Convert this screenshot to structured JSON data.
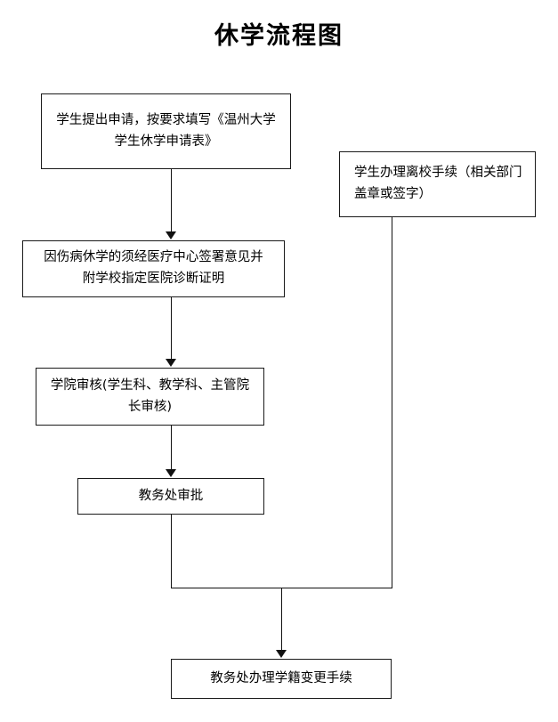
{
  "title": "休学流程图",
  "flowchart": {
    "type": "flowchart",
    "orientation": "top-to-bottom",
    "nodes": [
      {
        "id": "apply",
        "label": "学生提出申请，按要求填写《温州大学\n学生休学申请表》",
        "align": "center"
      },
      {
        "id": "medical",
        "label": "因伤病休学的须经医疗中心签署意见并\n附学校指定医院诊断证明",
        "align": "center"
      },
      {
        "id": "college",
        "label": "学院审核(学生科、教学科、主管院\n长审核)",
        "align": "center"
      },
      {
        "id": "academic",
        "label": "教务处审批",
        "align": "center"
      },
      {
        "id": "leaving",
        "label": "学生办理离校手续（相关部门\n盖章或签字）",
        "align": "left"
      },
      {
        "id": "registry",
        "label": "教务处办理学籍变更手续",
        "align": "center"
      }
    ],
    "edges": [
      {
        "from": "apply",
        "to": "medical",
        "arrow": true
      },
      {
        "from": "medical",
        "to": "college",
        "arrow": true
      },
      {
        "from": "college",
        "to": "academic",
        "arrow": true
      },
      {
        "from": "academic",
        "to": "registry",
        "arrow": true
      },
      {
        "from": "leaving",
        "to": "registry",
        "arrow": true
      }
    ],
    "colors": {
      "stroke": "#1a1a1a",
      "fill": "#ffffff",
      "text": "#000000"
    }
  }
}
